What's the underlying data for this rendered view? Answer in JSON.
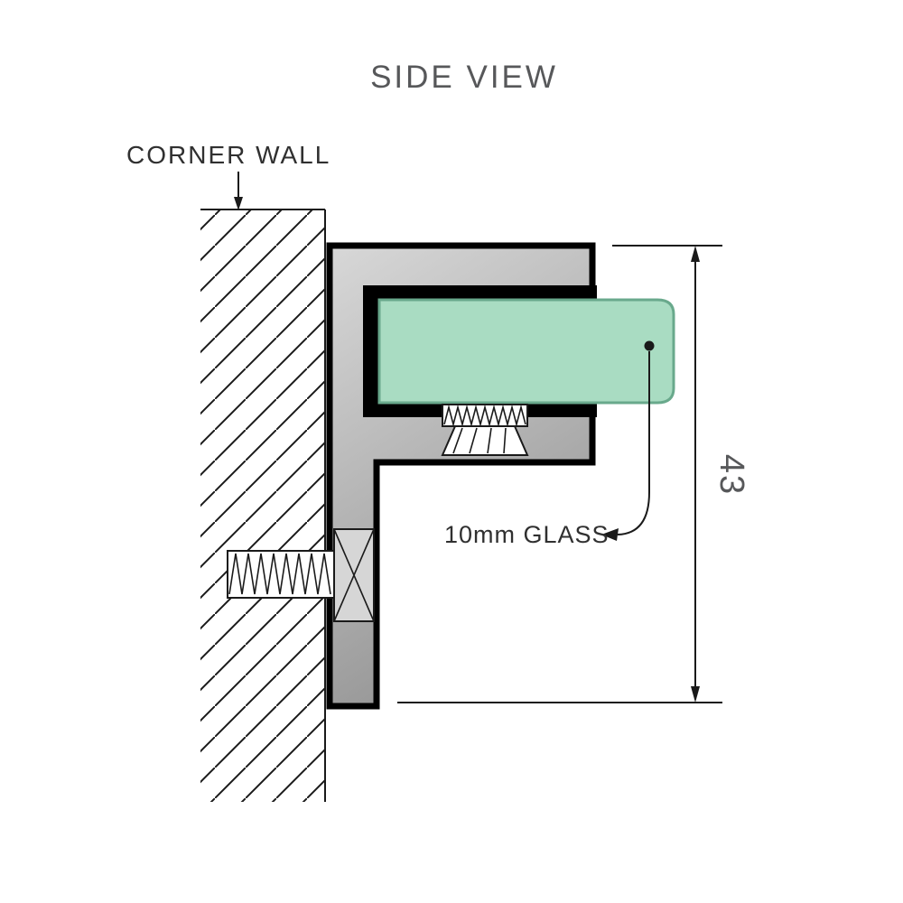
{
  "title": "SIDE VIEW",
  "annotations": {
    "corner_wall_label": "CORNER WALL",
    "glass_label": "10mm GLASS",
    "dimension_value": "43"
  },
  "dimension": {
    "value": "43",
    "orientation": "vertical",
    "side": "right"
  },
  "colors": {
    "background": "#ffffff",
    "line": "#1a1a1a",
    "outline": "#000000",
    "title_text": "#57585a",
    "label_text": "#303030",
    "dimension_text": "#57585a",
    "glass_fill": "#a9dcc2",
    "glass_stroke": "#69a98c",
    "bracket_light": "#d8d8d8",
    "bracket_mid": "#b2b2b2",
    "bracket_dark": "#828282",
    "screw_head_fill": "#d6d6d6"
  }
}
